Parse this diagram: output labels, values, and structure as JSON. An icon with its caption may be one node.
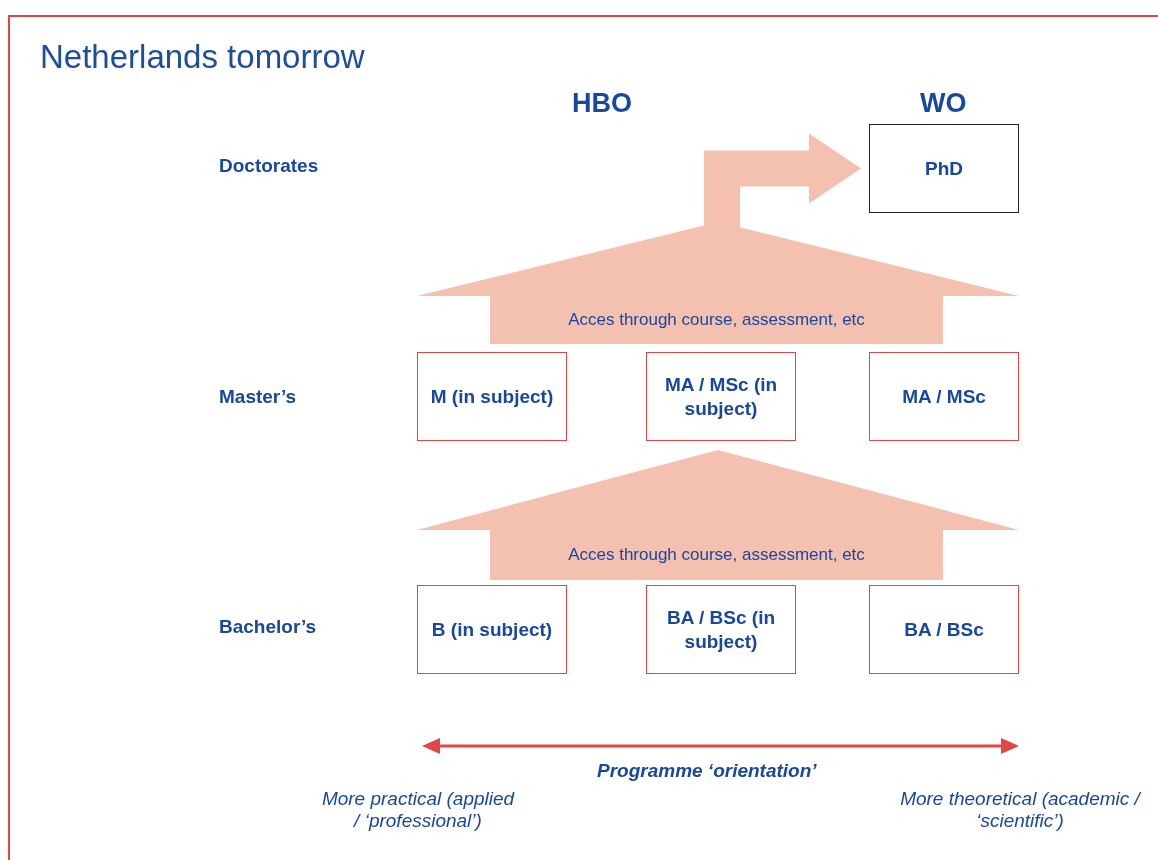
{
  "diagram": {
    "title": "Netherlands tomorrow",
    "nodes": [
      {
        "text": [
          "PhD"
        ]
      },
      {
        "text": [
          "Acces through course, assessment, etc"
        ]
      },
      {
        "text": [
          "M (in subject)"
        ]
      },
      {
        "text": [
          "MA / MSc (in subject)"
        ]
      },
      {
        "text": [
          "MA / MSc"
        ]
      },
      {
        "text": [
          "Acces through course, assessment, etc"
        ]
      },
      {
        "text": [
          "B (in subject)"
        ]
      },
      {
        "text": [
          "BA / BSc (in subject)"
        ]
      },
      {
        "text": [
          "BA / BSc"
        ]
      }
    ],
    "edges": [
      {
        "from": 1,
        "to": 0,
        "arrow": "to"
      }
    ],
    "labels": [
      "HBO",
      "WO",
      "Doctorates",
      "Master’s",
      "Bachelor’s",
      "Programme ‘orientation’",
      "More practical (applied / ‘professional’)",
      "More theoretical (academic / ‘scientific’)"
    ]
  }
}
